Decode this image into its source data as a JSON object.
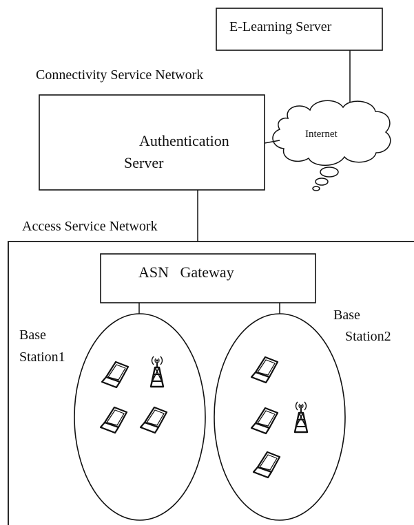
{
  "nodes": {
    "elearning_server": "E-Learning Server",
    "internet": "Internet",
    "authentication_server_line1": "Authentication",
    "authentication_server_line2": "Server",
    "asn_gateway": "ASN   Gateway",
    "base_station1_line1": "Base",
    "base_station1_line2": "Station1",
    "base_station2_line1": "Base",
    "base_station2_line2": "Station2"
  },
  "regions": {
    "connectivity_service_network": "Connectivity Service Network",
    "access_service_network": "Access Service Network"
  },
  "icons": {
    "laptop": "laptop-icon",
    "tower": "antenna-tower-icon"
  },
  "colors": {
    "stroke": "#111111",
    "background": "#ffffff"
  }
}
